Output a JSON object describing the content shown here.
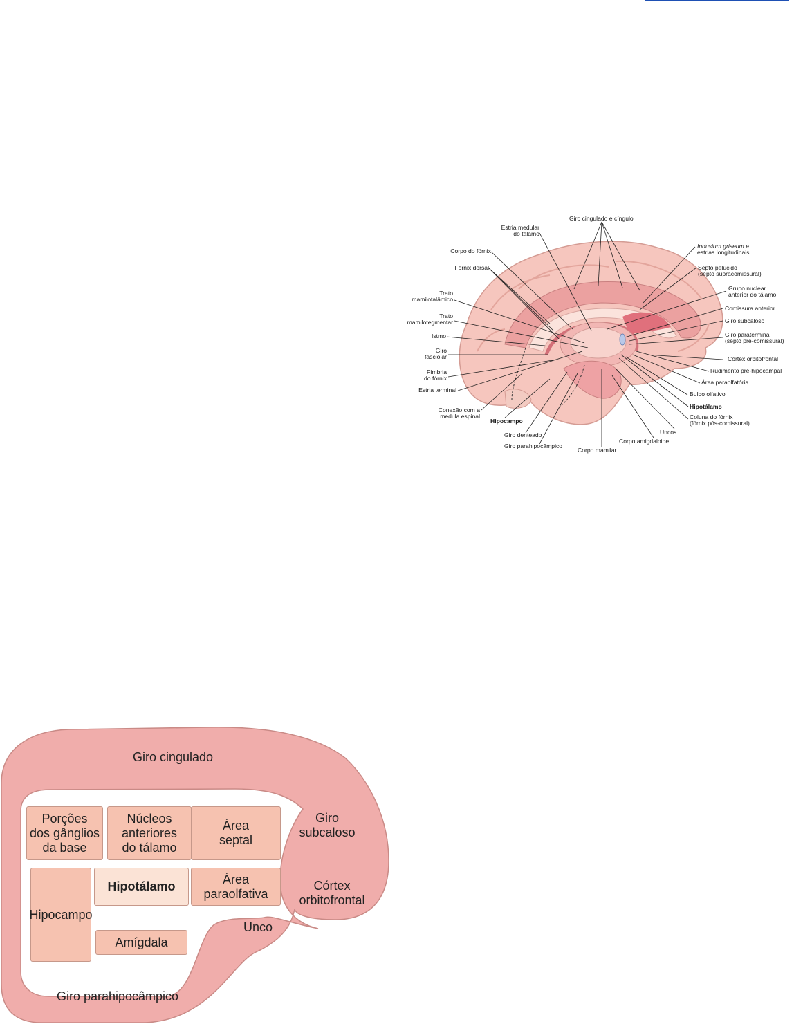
{
  "brain_figure": {
    "labels": {
      "giro_cingulado_cingulo": "Giro cingulado e cíngulo",
      "estria_medular": "Estria medular\ndo tálamo",
      "corpo_fornix": "Corpo do fórnix",
      "fornix_dorsal": "Fórnix dorsal",
      "trato_mamilotalamico": "Trato\nmamilotalâmico",
      "trato_mamilotegmentar": "Trato\nmamilotegmentar",
      "istmo": "Istmo",
      "giro_fasciolar": "Giro\nfasciolar",
      "fimbria": "Fímbria\ndo fórnix",
      "estria_terminal": "Estria terminal",
      "conexao_medula": "Conexão com a\nmedula espinal",
      "hipocampo": "Hipocampo",
      "giro_denteado": "Giro denteado",
      "giro_parahipocampico": "Giro parahipocâmpico",
      "corpo_mamilar": "Corpo mamilar",
      "corpo_amigdaloide": "Corpo amigdaloide",
      "uncos": "Uncos",
      "coluna_fornix": "Coluna do fórnix\n(fórnix pós-comissural)",
      "hipotalamo": "Hipotálamo",
      "bulbo_olfativo": "Bulbo olfativo",
      "area_paraolfatoria": "Área paraolfatória",
      "rudimento": "Rudimento pré-hipocampal",
      "cortex_orbitofrontal": "Córtex orbitofrontal",
      "giro_paraterminal": "Giro paraterminal\n(septo pré-comissural)",
      "giro_subcaloso": "Giro subcaloso",
      "comissura_anterior": "Comissura anterior",
      "grupo_nuclear": "Grupo nuclear\nanterior do tálamo",
      "septo_pelucido": "Septo pelúcido\n(septo supracomissural)",
      "indusium_italic": "Indusium griseum",
      "indusium_rest": " e\nestrias longitudinais"
    }
  },
  "limbic_diagram": {
    "outer": {
      "giro_cingulado": "Giro cingulado",
      "giro_subcaloso": "Giro\nsubcaloso",
      "cortex_orbitofrontal": "Córtex\norbitofrontal",
      "unco": "Unco",
      "giro_parahipocampico": "Giro parahipocâmpico"
    },
    "boxes": {
      "ganglios": "Porções\ndos gânglios\nda base",
      "nucleos": "Núcleos\nanteriores\ndo tálamo",
      "area_septal": "Área\nseptal",
      "hipocampo": "Hipocampo",
      "hipotalamo": "Hipotálamo",
      "area_paraolfativa": "Área\nparaolfativa",
      "amigdala": "Amígdala"
    },
    "colors": {
      "ring": "#f0adab",
      "ring_stroke": "#c98a86",
      "box": "#f6c2b0",
      "box_highlight": "#fbe3d6"
    }
  }
}
